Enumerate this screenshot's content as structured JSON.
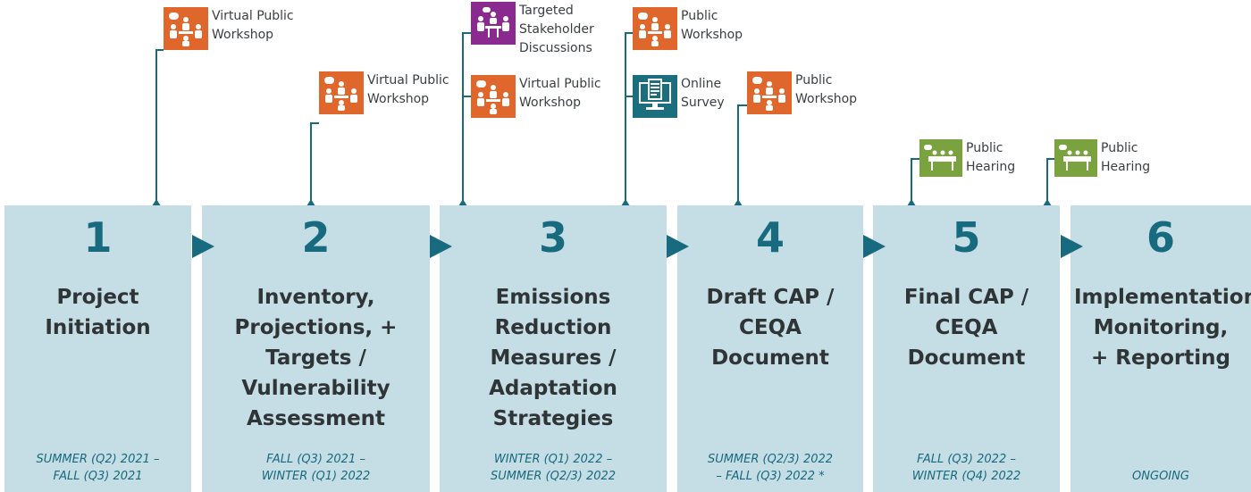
{
  "colors": {
    "phase_bg": "#c5dde4",
    "accent": "#186a7e",
    "workshop_icon": "#e0672b",
    "discussion_icon": "#8a2a8f",
    "survey_icon": "#1b6e7e",
    "hearing_icon": "#7aa23f"
  },
  "phases": [
    {
      "number": "1",
      "title": "Project\nInitiation",
      "dates": "SUMMER (Q2) 2021 –\nFALL (Q3) 2021"
    },
    {
      "number": "2",
      "title": "Inventory,\nProjections, +\nTargets /\nVulnerability\nAssessment",
      "dates": "FALL (Q3) 2021 –\nWINTER (Q1) 2022"
    },
    {
      "number": "3",
      "title": "Emissions\nReduction\nMeasures /\nAdaptation\nStrategies",
      "dates": "WINTER (Q1) 2022 –\nSUMMER (Q2/3) 2022"
    },
    {
      "number": "4",
      "title": "Draft CAP /\nCEQA\nDocument",
      "dates": "SUMMER  (Q2/3) 2022\n– FALL (Q3) 2022 *"
    },
    {
      "number": "5",
      "title": "Final CAP /\nCEQA\nDocument",
      "dates": "FALL (Q3) 2022 –\nWINTER (Q4) 2022"
    },
    {
      "number": "6",
      "title": "Implementation,\nMonitoring,\n+ Reporting",
      "dates": "ONGOING"
    }
  ],
  "events": [
    {
      "label": "Virtual Public\nWorkshop",
      "icon": "workshop-icon"
    },
    {
      "label": "Virtual Public\nWorkshop",
      "icon": "workshop-icon"
    },
    {
      "label": "Targeted\nStakeholder\nDiscussions",
      "icon": "discussion-icon"
    },
    {
      "label": "Virtual Public\nWorkshop",
      "icon": "workshop-icon"
    },
    {
      "label": "Public\nWorkshop",
      "icon": "workshop-icon"
    },
    {
      "label": "Online\nSurvey",
      "icon": "survey-icon"
    },
    {
      "label": "Public\nWorkshop",
      "icon": "workshop-icon"
    },
    {
      "label": "Public\nHearing",
      "icon": "hearing-icon"
    },
    {
      "label": "Public\nHearing",
      "icon": "hearing-icon"
    }
  ]
}
